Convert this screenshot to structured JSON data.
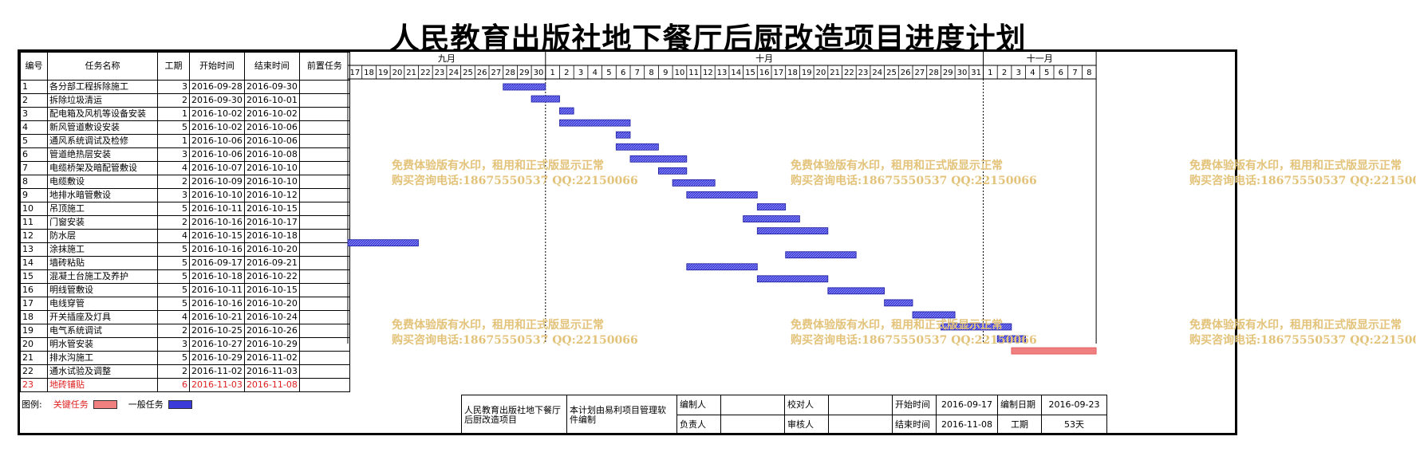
{
  "title": "人民教育出版社地下餐厅后厨改造项目进度计划",
  "columns": {
    "id": "编号",
    "name": "任务名称",
    "duration": "工期",
    "start": "开始时间",
    "end": "结束时间",
    "pred": "前置任务"
  },
  "months": [
    "九月",
    "十月",
    "十一月"
  ],
  "days": [
    "17",
    "18",
    "19",
    "20",
    "21",
    "22",
    "23",
    "24",
    "25",
    "26",
    "27",
    "28",
    "29",
    "30",
    "1",
    "2",
    "3",
    "4",
    "5",
    "6",
    "7",
    "8",
    "9",
    "10",
    "11",
    "12",
    "13",
    "14",
    "15",
    "16",
    "17",
    "18",
    "19",
    "20",
    "21",
    "22",
    "23",
    "24",
    "25",
    "26",
    "27",
    "28",
    "29",
    "30",
    "31",
    "1",
    "2",
    "3",
    "4",
    "5",
    "6",
    "7",
    "8"
  ],
  "tasks": [
    {
      "id": "1",
      "name": "各分部工程拆除施工",
      "duration": "3",
      "start": "2016-09-28",
      "end": "2016-09-30",
      "critical": false
    },
    {
      "id": "2",
      "name": "拆除垃圾清运",
      "duration": "2",
      "start": "2016-09-30",
      "end": "2016-10-01",
      "critical": false
    },
    {
      "id": "3",
      "name": "配电箱及风机等设备安装",
      "duration": "1",
      "start": "2016-10-02",
      "end": "2016-10-02",
      "critical": false
    },
    {
      "id": "4",
      "name": "新风管道敷设安装",
      "duration": "5",
      "start": "2016-10-02",
      "end": "2016-10-06",
      "critical": false
    },
    {
      "id": "5",
      "name": "通风系统调试及检修",
      "duration": "1",
      "start": "2016-10-06",
      "end": "2016-10-06",
      "critical": false
    },
    {
      "id": "6",
      "name": "管道绝热层安装",
      "duration": "3",
      "start": "2016-10-06",
      "end": "2016-10-08",
      "critical": false
    },
    {
      "id": "7",
      "name": "电缆桥架及暗配管敷设",
      "duration": "4",
      "start": "2016-10-07",
      "end": "2016-10-10",
      "critical": false
    },
    {
      "id": "8",
      "name": "电缆敷设",
      "duration": "2",
      "start": "2016-10-09",
      "end": "2016-10-10",
      "critical": false
    },
    {
      "id": "9",
      "name": "地排水暗管敷设",
      "duration": "3",
      "start": "2016-10-10",
      "end": "2016-10-12",
      "critical": false
    },
    {
      "id": "10",
      "name": "吊顶施工",
      "duration": "5",
      "start": "2016-10-11",
      "end": "2016-10-15",
      "critical": false
    },
    {
      "id": "11",
      "name": "门窗安装",
      "duration": "2",
      "start": "2016-10-16",
      "end": "2016-10-17",
      "critical": false
    },
    {
      "id": "12",
      "name": "防水层",
      "duration": "4",
      "start": "2016-10-15",
      "end": "2016-10-18",
      "critical": false
    },
    {
      "id": "13",
      "name": "涂抹施工",
      "duration": "5",
      "start": "2016-10-16",
      "end": "2016-10-20",
      "critical": false
    },
    {
      "id": "14",
      "name": "墙砖粘贴",
      "duration": "5",
      "start": "2016-09-17",
      "end": "2016-09-21",
      "critical": false
    },
    {
      "id": "15",
      "name": "混凝土台施工及养护",
      "duration": "5",
      "start": "2016-10-18",
      "end": "2016-10-22",
      "critical": false
    },
    {
      "id": "16",
      "name": "明线管敷设",
      "duration": "5",
      "start": "2016-10-11",
      "end": "2016-10-15",
      "critical": false
    },
    {
      "id": "17",
      "name": "电线穿管",
      "duration": "5",
      "start": "2016-10-16",
      "end": "2016-10-20",
      "critical": false
    },
    {
      "id": "18",
      "name": "开关插座及灯具",
      "duration": "4",
      "start": "2016-10-21",
      "end": "2016-10-24",
      "critical": false
    },
    {
      "id": "19",
      "name": "电气系统调试",
      "duration": "2",
      "start": "2016-10-25",
      "end": "2016-10-26",
      "critical": false
    },
    {
      "id": "20",
      "name": "明水管安装",
      "duration": "3",
      "start": "2016-10-27",
      "end": "2016-10-29",
      "critical": false
    },
    {
      "id": "21",
      "name": "排水沟施工",
      "duration": "5",
      "start": "2016-10-29",
      "end": "2016-11-02",
      "critical": false
    },
    {
      "id": "22",
      "name": "通水试验及调整",
      "duration": "2",
      "start": "2016-11-02",
      "end": "2016-11-03",
      "critical": false
    },
    {
      "id": "23",
      "name": "地砖铺贴",
      "duration": "6",
      "start": "2016-11-03",
      "end": "2016-11-08",
      "critical": true
    }
  ],
  "legend": {
    "label": "图例:",
    "critical": "关键任务",
    "normal": "一般任务"
  },
  "footer": {
    "project": "人民教育出版社地下餐厅后厨改造项目",
    "software": "本计划由易利项目管理软件编制",
    "editor_label": "编制人",
    "editor": "",
    "checker_label": "校对人",
    "checker": "",
    "owner_label": "负责人",
    "owner": "",
    "reviewer_label": "审核人",
    "reviewer": "",
    "start_label": "开始时间",
    "start": "2016-09-17",
    "end_label": "结束时间",
    "end": "2016-11-08",
    "made_label": "编制日期",
    "made": "2016-09-23",
    "duration_label": "工期",
    "duration": "53天"
  },
  "watermark": {
    "line1": "免费体验版有水印，租用和正式版显示正常",
    "line2": "购买咨询电话:18675550537 QQ:22150066"
  },
  "colors": {
    "normal": "#3b3bd9",
    "critical": "#f08080"
  }
}
